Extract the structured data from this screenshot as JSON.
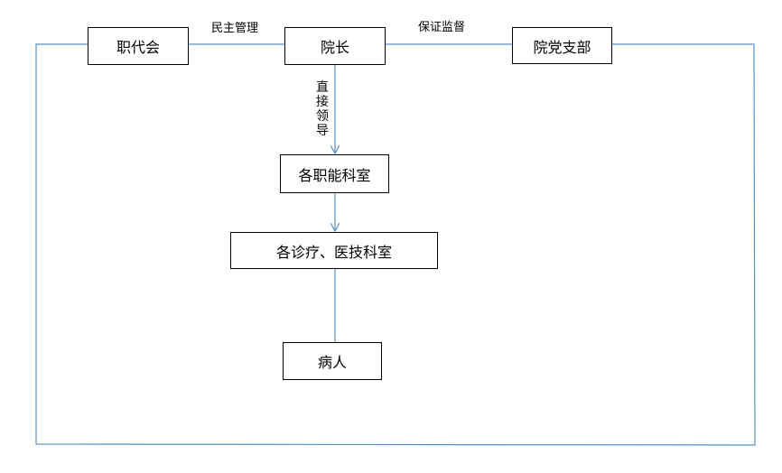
{
  "nodes": {
    "union": "职代会",
    "director": "院长",
    "party": "院党支部",
    "functional": "各职能科室",
    "clinical": "各诊疗、医技科室",
    "patient": "病人"
  },
  "edges": {
    "democratic": "民主管理",
    "supervision": "保证监督",
    "direct": "直接领导"
  },
  "colors": {
    "line": "#5b8fc7",
    "border": "#000000"
  }
}
